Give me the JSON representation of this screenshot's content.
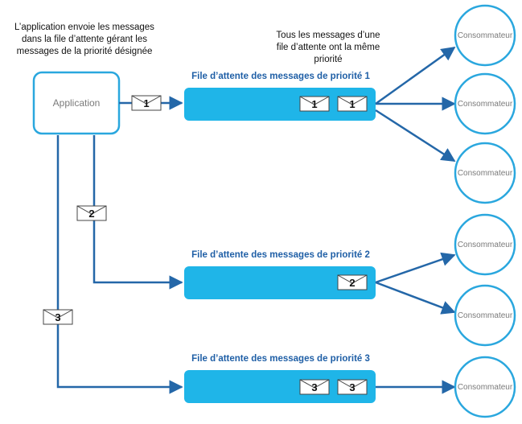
{
  "notes": {
    "app_note": [
      "L’application envoie les messages",
      "dans la file d’attente gérant les",
      "messages de la priorité désignée"
    ],
    "queue_note": [
      "Tous les messages d’une",
      "file d’attente ont la même",
      "priorité"
    ]
  },
  "application": {
    "label": "Application"
  },
  "queues": [
    {
      "title": "File d’attente des messages de priorité 1",
      "priority": "1"
    },
    {
      "title": "File d’attente des messages de priorité 2",
      "priority": "2"
    },
    {
      "title": "File d’attente des messages de priorité 3",
      "priority": "3"
    }
  ],
  "consumers": [
    {
      "label": "Consommateur"
    },
    {
      "label": "Consommateur"
    },
    {
      "label": "Consommateur"
    },
    {
      "label": "Consommateur"
    },
    {
      "label": "Consommateur"
    },
    {
      "label": "Consommateur"
    }
  ],
  "colors": {
    "queue_fill": "#1fb5e8",
    "outline": "#2aa7de",
    "arrow": "#2467a8",
    "title_text": "#1f5fa6"
  }
}
